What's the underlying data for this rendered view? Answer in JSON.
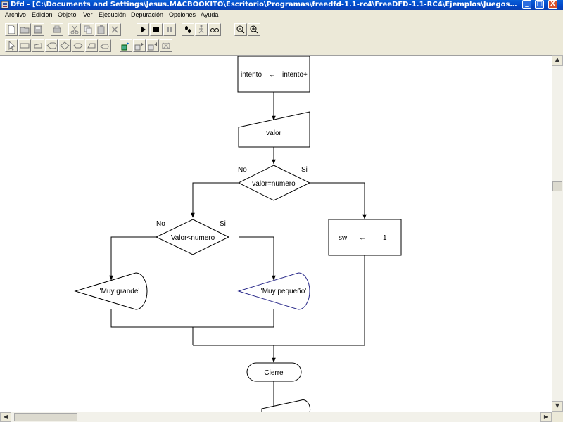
{
  "window": {
    "title": "Dfd - [C:\\Documents and Settings\\Jesus.MACBOOKITO\\Escritorio\\Programas\\freedfd-1.1-rc4\\FreeDFD-1.1-RC4\\Ejemplos\\Juegos\\Numero_magi...",
    "min_label": "_",
    "max_label": "□",
    "close_label": "X"
  },
  "menu": {
    "items": [
      "Archivo",
      "Edicion",
      "Objeto",
      "Ver",
      "Ejecución",
      "Depuración",
      "Opciones",
      "Ayuda"
    ]
  },
  "flowchart": {
    "assign_top": {
      "left": "intento",
      "arrow": "←",
      "right": "intento+"
    },
    "read": {
      "label": "valor"
    },
    "decision1": {
      "label": "valor=numero",
      "no": "No",
      "yes": "Si"
    },
    "decision2": {
      "label": "Valor<numero",
      "no": "No",
      "yes": "Si"
    },
    "assign_sw": {
      "left": "sw",
      "arrow": "←",
      "right": "1"
    },
    "output_left": {
      "label": "'Muy grande'"
    },
    "output_right": {
      "label": "'Muy pequeño'"
    },
    "terminal": {
      "label": "Cierre"
    }
  },
  "colors": {
    "title_bar": "#0046c7",
    "canvas_bg": "#ffffff",
    "selected_outline": "#2a2a8a"
  }
}
